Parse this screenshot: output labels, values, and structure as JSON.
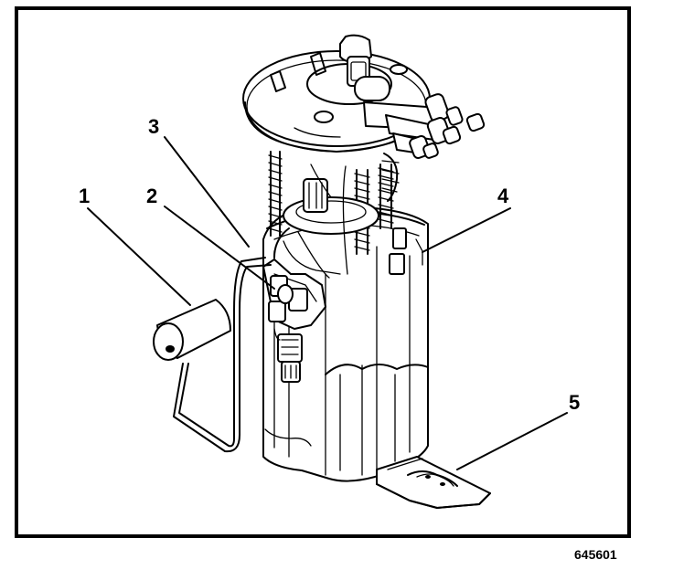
{
  "figure_id": "645601",
  "callouts": [
    {
      "number": "1"
    },
    {
      "number": "2"
    },
    {
      "number": "3"
    },
    {
      "number": "4"
    },
    {
      "number": "5"
    }
  ],
  "colors": {
    "ink": "#000000",
    "paper": "#ffffff"
  }
}
